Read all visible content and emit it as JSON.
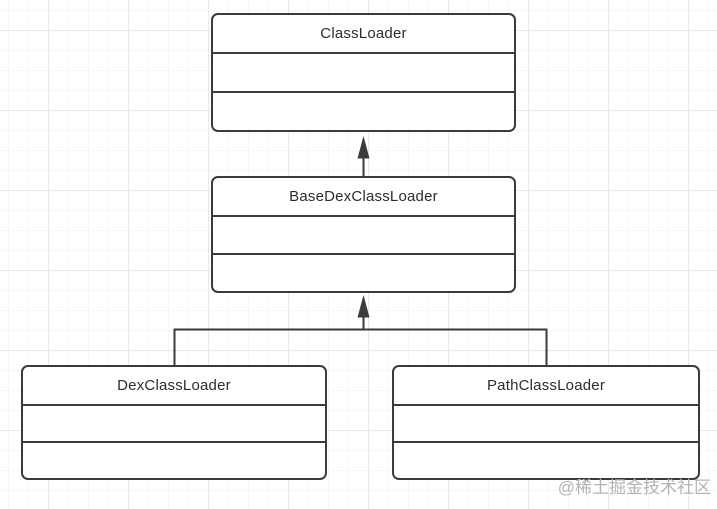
{
  "diagram": {
    "type": "uml-class-diagram",
    "nodes": [
      {
        "id": "classloader",
        "label": "ClassLoader",
        "compartments": 3
      },
      {
        "id": "basedexclassloader",
        "label": "BaseDexClassLoader",
        "compartments": 3
      },
      {
        "id": "dexclassloader",
        "label": "DexClassLoader",
        "compartments": 3
      },
      {
        "id": "pathclassloader",
        "label": "PathClassLoader",
        "compartments": 3
      }
    ],
    "edges": [
      {
        "from": "basedexclassloader",
        "to": "classloader",
        "type": "inheritance-arrow-up"
      },
      {
        "from": "dexclassloader",
        "to": "basedexclassloader",
        "type": "inheritance-arrow-up"
      },
      {
        "from": "pathclassloader",
        "to": "basedexclassloader",
        "type": "inheritance-arrow-up"
      }
    ],
    "colors": {
      "node_border": "#3b3b3b",
      "node_fill": "#ffffff",
      "text": "#2d2d2d",
      "edge": "#3b3b3b",
      "grid_minor": "#f6f6f6",
      "grid_major": "#e9e9e9",
      "watermark": "#b3b3b3"
    }
  },
  "watermark": {
    "text": "@稀土掘金技术社区"
  }
}
